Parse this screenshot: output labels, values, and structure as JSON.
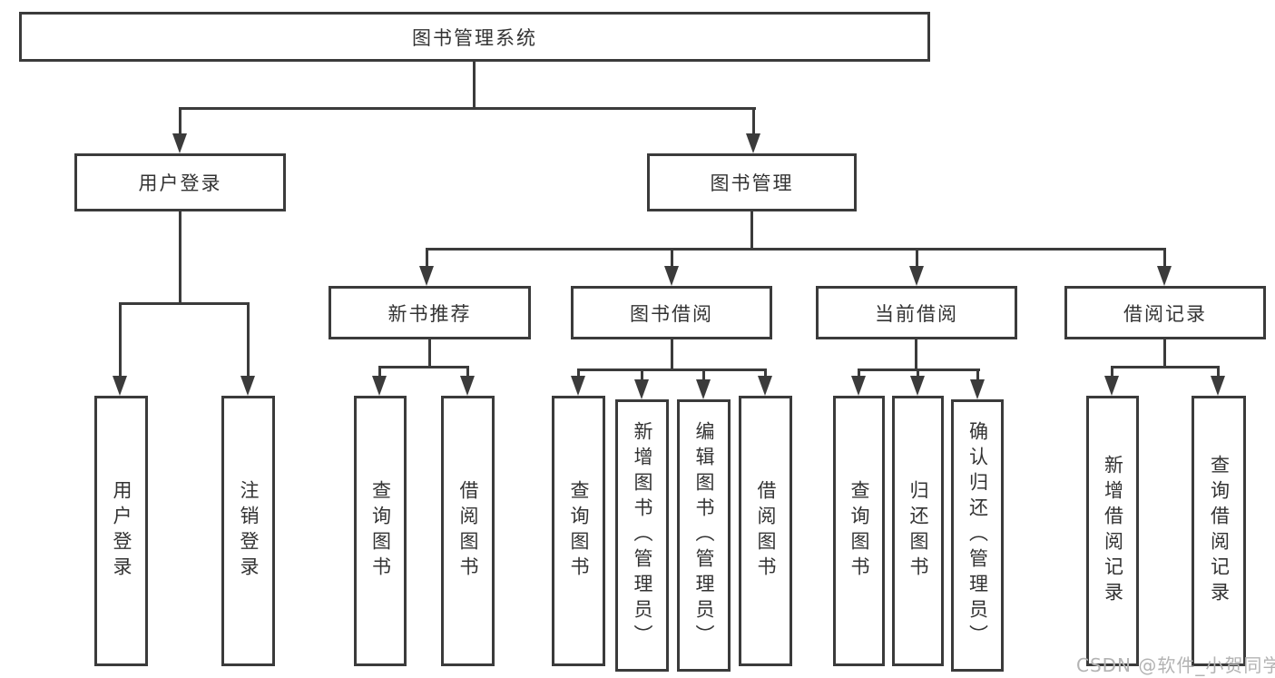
{
  "diagram": {
    "root": {
      "label": "图书管理系统"
    },
    "branches": [
      {
        "label": "用户登录",
        "children": [
          {
            "label": "用户登录"
          },
          {
            "label": "注销登录"
          }
        ]
      },
      {
        "label": "图书管理",
        "children": [
          {
            "label": "新书推荐",
            "children": [
              {
                "label": "查询图书"
              },
              {
                "label": "借阅图书"
              }
            ]
          },
          {
            "label": "图书借阅",
            "children": [
              {
                "label": "查询图书"
              },
              {
                "label": "新增图书（管理员）"
              },
              {
                "label": "编辑图书（管理员）"
              },
              {
                "label": "借阅图书"
              }
            ]
          },
          {
            "label": "当前借阅",
            "children": [
              {
                "label": "查询图书"
              },
              {
                "label": "归还图书"
              },
              {
                "label": "确认归还（管理员）"
              }
            ]
          },
          {
            "label": "借阅记录",
            "children": [
              {
                "label": "新增借阅记录"
              },
              {
                "label": "查询借阅记录"
              }
            ]
          }
        ]
      }
    ]
  },
  "watermark": {
    "text": "CSDN @软件_小贺同学"
  },
  "colors": {
    "line": "#3b3b3b",
    "text": "#333333",
    "wm": "#b3b3b3",
    "bg": "#ffffff"
  }
}
